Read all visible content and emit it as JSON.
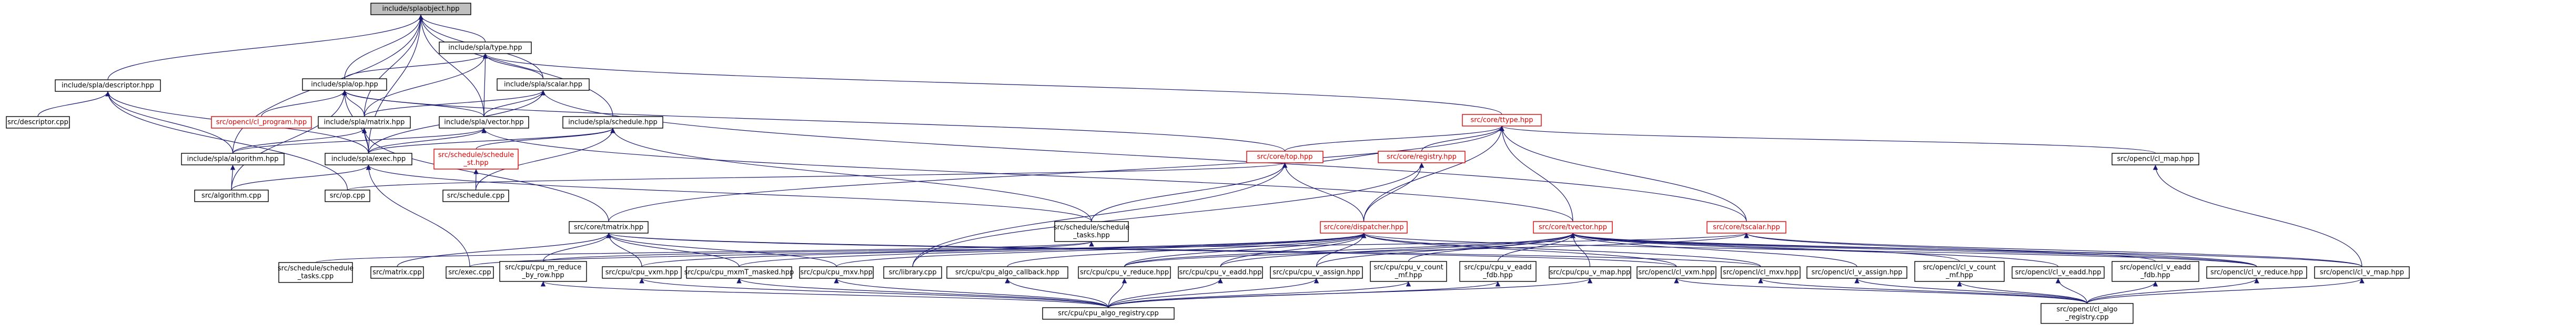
{
  "colors": {
    "edge": "#191970",
    "root_fill": "#bfbfbf",
    "missing_file": "#e00000"
  },
  "nodes": [
    {
      "id": "objects",
      "label": [
        "include/splaobject.hpp"
      ],
      "root": true
    },
    {
      "id": "type",
      "label": [
        "include/spla/type.hpp"
      ]
    },
    {
      "id": "descriptor_h",
      "label": [
        "include/spla/descriptor.hpp"
      ]
    },
    {
      "id": "op_h",
      "label": [
        "include/spla/op.hpp"
      ]
    },
    {
      "id": "scalar_h",
      "label": [
        "include/spla/scalar.hpp"
      ]
    },
    {
      "id": "descriptor_cpp",
      "label": [
        "src/descriptor.cpp"
      ]
    },
    {
      "id": "program_hpp",
      "label": [
        "src/opencl/cl_program.hpp"
      ],
      "red": true
    },
    {
      "id": "matrix_h",
      "label": [
        "include/spla/matrix.hpp"
      ]
    },
    {
      "id": "vector_h",
      "label": [
        "include/spla/vector.hpp"
      ]
    },
    {
      "id": "schedule_h",
      "label": [
        "include/spla/schedule.hpp"
      ]
    },
    {
      "id": "core_type",
      "label": [
        "src/core/ttype.hpp"
      ],
      "red": true
    },
    {
      "id": "algorithm_h",
      "label": [
        "include/spla/algorithm.hpp"
      ]
    },
    {
      "id": "exec_h",
      "label": [
        "include/spla/exec.hpp"
      ]
    },
    {
      "id": "sched_st",
      "label": [
        "src/schedule/schedule",
        "_st.hpp"
      ],
      "red": true
    },
    {
      "id": "core_top",
      "label": [
        "src/core/top.hpp"
      ],
      "red": true
    },
    {
      "id": "core_registry",
      "label": [
        "src/core/registry.hpp"
      ],
      "red": true
    },
    {
      "id": "cl_map",
      "label": [
        "src/opencl/cl_map.hpp"
      ]
    },
    {
      "id": "algorithm_cpp",
      "label": [
        "src/algorithm.cpp"
      ]
    },
    {
      "id": "op_cpp",
      "label": [
        "src/op.cpp"
      ]
    },
    {
      "id": "schedule_cpp",
      "label": [
        "src/schedule.cpp"
      ]
    },
    {
      "id": "core_matrix",
      "label": [
        "src/core/tmatrix.hpp"
      ]
    },
    {
      "id": "sched_tasks_hpp",
      "label": [
        "src/schedule/schedule",
        "_tasks.hpp"
      ]
    },
    {
      "id": "dispatcher",
      "label": [
        "src/core/dispatcher.hpp"
      ],
      "red": true
    },
    {
      "id": "core_vector",
      "label": [
        "src/core/tvector.hpp"
      ],
      "red": true
    },
    {
      "id": "core_scalar",
      "label": [
        "src/core/tscalar.hpp"
      ],
      "red": true
    },
    {
      "id": "sched_tasks_cpp",
      "label": [
        "src/schedule/schedule",
        "_tasks.cpp"
      ]
    },
    {
      "id": "matrix_cpp",
      "label": [
        "src/matrix.cpp"
      ]
    },
    {
      "id": "exec_cpp",
      "label": [
        "src/exec.cpp"
      ]
    },
    {
      "id": "cpu_m_reduce",
      "label": [
        "src/cpu/cpu_m_reduce",
        "_by_row.hpp"
      ]
    },
    {
      "id": "cpu_vxm",
      "label": [
        "src/cpu/cpu_vxm.hpp"
      ]
    },
    {
      "id": "cpu_mxmT",
      "label": [
        "src/cpu/cpu_mxmT_masked.hpp"
      ]
    },
    {
      "id": "cpu_mxv",
      "label": [
        "src/cpu/cpu_mxv.hpp"
      ]
    },
    {
      "id": "library_cpp",
      "label": [
        "src/library.cpp"
      ]
    },
    {
      "id": "cpu_algo_cb",
      "label": [
        "src/cpu/cpu_algo_callback.hpp"
      ]
    },
    {
      "id": "cpu_v_reduce",
      "label": [
        "src/cpu/cpu_v_reduce.hpp"
      ]
    },
    {
      "id": "cpu_v_eadd",
      "label": [
        "src/cpu/cpu_v_eadd.hpp"
      ]
    },
    {
      "id": "cpu_v_assign",
      "label": [
        "src/cpu/cpu_v_assign.hpp"
      ]
    },
    {
      "id": "cpu_v_count",
      "label": [
        "src/cpu/cpu_v_count",
        "_mf.hpp"
      ]
    },
    {
      "id": "cpu_v_eadd_fdb",
      "label": [
        "src/cpu/cpu_v_eadd",
        "_fdb.hpp"
      ]
    },
    {
      "id": "cpu_v_map",
      "label": [
        "src/cpu/cpu_v_map.hpp"
      ]
    },
    {
      "id": "cl_vxm",
      "label": [
        "src/opencl/cl_vxm.hpp"
      ]
    },
    {
      "id": "cl_mxv",
      "label": [
        "src/opencl/cl_mxv.hpp"
      ]
    },
    {
      "id": "cl_v_assign",
      "label": [
        "src/opencl/cl_v_assign.hpp"
      ]
    },
    {
      "id": "cl_v_count",
      "label": [
        "src/opencl/cl_v_count",
        "_mf.hpp"
      ]
    },
    {
      "id": "cl_v_eadd",
      "label": [
        "src/opencl/cl_v_eadd.hpp"
      ]
    },
    {
      "id": "cl_v_eadd_fdb",
      "label": [
        "src/opencl/cl_v_eadd",
        "_fdb.hpp"
      ]
    },
    {
      "id": "cl_v_reduce",
      "label": [
        "src/opencl/cl_v_reduce.hpp"
      ]
    },
    {
      "id": "cl_v_map",
      "label": [
        "src/opencl/cl_v_map.hpp"
      ]
    },
    {
      "id": "cpu_algo_registry",
      "label": [
        "src/cpu/cpu_algo_registry.cpp"
      ]
    },
    {
      "id": "cl_algo_registry",
      "label": [
        "src/opencl/cl_algo",
        "_registry.cpp"
      ]
    }
  ],
  "edges": [
    [
      "type",
      "objects"
    ],
    [
      "descriptor_h",
      "objects"
    ],
    [
      "op_h",
      "objects"
    ],
    [
      "scalar_h",
      "objects"
    ],
    [
      "matrix_h",
      "objects"
    ],
    [
      "vector_h",
      "objects"
    ],
    [
      "schedule_h",
      "objects"
    ],
    [
      "exec_h",
      "objects"
    ],
    [
      "algorithm_h",
      "objects"
    ],
    [
      "op_h",
      "type"
    ],
    [
      "scalar_h",
      "type"
    ],
    [
      "matrix_h",
      "type"
    ],
    [
      "vector_h",
      "type"
    ],
    [
      "core_type",
      "type"
    ],
    [
      "descriptor_cpp",
      "descriptor_h"
    ],
    [
      "algorithm_h",
      "descriptor_h"
    ],
    [
      "exec_h",
      "descriptor_h"
    ],
    [
      "op_cpp",
      "descriptor_h"
    ],
    [
      "program_hpp",
      "op_h"
    ],
    [
      "matrix_h",
      "op_h"
    ],
    [
      "vector_h",
      "op_h"
    ],
    [
      "exec_h",
      "op_h"
    ],
    [
      "algorithm_cpp",
      "op_h"
    ],
    [
      "core_top",
      "op_h"
    ],
    [
      "matrix_h",
      "scalar_h"
    ],
    [
      "vector_h",
      "scalar_h"
    ],
    [
      "core_scalar",
      "scalar_h"
    ],
    [
      "exec_h",
      "scalar_h"
    ],
    [
      "algorithm_h",
      "matrix_h"
    ],
    [
      "exec_h",
      "matrix_h"
    ],
    [
      "core_matrix",
      "matrix_h"
    ],
    [
      "algorithm_h",
      "vector_h"
    ],
    [
      "exec_h",
      "vector_h"
    ],
    [
      "core_vector",
      "vector_h"
    ],
    [
      "sched_st",
      "schedule_h"
    ],
    [
      "schedule_cpp",
      "schedule_h"
    ],
    [
      "exec_h",
      "schedule_h"
    ],
    [
      "sched_tasks_hpp",
      "schedule_h"
    ],
    [
      "core_top",
      "core_type"
    ],
    [
      "core_registry",
      "core_type"
    ],
    [
      "cl_map",
      "core_type"
    ],
    [
      "core_matrix",
      "core_type"
    ],
    [
      "core_vector",
      "core_type"
    ],
    [
      "core_scalar",
      "core_type"
    ],
    [
      "dispatcher",
      "core_type"
    ],
    [
      "algorithm_cpp",
      "algorithm_h"
    ],
    [
      "algorithm_cpp",
      "exec_h"
    ],
    [
      "exec_cpp",
      "exec_h"
    ],
    [
      "sched_tasks_hpp",
      "exec_h"
    ],
    [
      "schedule_cpp",
      "sched_st"
    ],
    [
      "core_registry",
      "core_top"
    ],
    [
      "dispatcher",
      "core_top"
    ],
    [
      "sched_tasks_hpp",
      "core_top"
    ],
    [
      "op_cpp",
      "core_top"
    ],
    [
      "library_cpp",
      "core_top"
    ],
    [
      "dispatcher",
      "core_registry"
    ],
    [
      "library_cpp",
      "core_registry"
    ],
    [
      "cl_v_map",
      "cl_map"
    ],
    [
      "matrix_cpp",
      "core_matrix"
    ],
    [
      "cpu_m_reduce",
      "core_matrix"
    ],
    [
      "cpu_vxm",
      "core_matrix"
    ],
    [
      "cpu_mxmT",
      "core_matrix"
    ],
    [
      "cpu_mxv",
      "core_matrix"
    ],
    [
      "cl_vxm",
      "core_matrix"
    ],
    [
      "cl_mxv",
      "core_matrix"
    ],
    [
      "sched_tasks_cpp",
      "sched_tasks_hpp"
    ],
    [
      "exec_cpp",
      "sched_tasks_hpp"
    ],
    [
      "cpu_v_reduce",
      "core_vector"
    ],
    [
      "cpu_v_eadd",
      "core_vector"
    ],
    [
      "cpu_v_assign",
      "core_vector"
    ],
    [
      "cpu_v_count",
      "core_vector"
    ],
    [
      "cpu_v_eadd_fdb",
      "core_vector"
    ],
    [
      "cpu_v_map",
      "core_vector"
    ],
    [
      "cl_v_assign",
      "core_vector"
    ],
    [
      "cl_v_count",
      "core_vector"
    ],
    [
      "cl_v_eadd",
      "core_vector"
    ],
    [
      "cl_v_eadd_fdb",
      "core_vector"
    ],
    [
      "cl_v_reduce",
      "core_vector"
    ],
    [
      "cl_v_map",
      "core_vector"
    ],
    [
      "cpu_v_reduce",
      "core_scalar"
    ],
    [
      "cl_v_reduce",
      "core_scalar"
    ],
    [
      "cpu_m_reduce",
      "core_scalar"
    ],
    [
      "cl_v_map",
      "core_scalar"
    ],
    [
      "cpu_algo_cb",
      "dispatcher"
    ],
    [
      "cpu_vxm",
      "dispatcher"
    ],
    [
      "cpu_mxmT",
      "dispatcher"
    ],
    [
      "cpu_mxv",
      "dispatcher"
    ],
    [
      "cpu_v_reduce",
      "dispatcher"
    ],
    [
      "cpu_v_eadd",
      "dispatcher"
    ],
    [
      "cpu_v_assign",
      "dispatcher"
    ],
    [
      "cl_vxm",
      "dispatcher"
    ],
    [
      "cl_mxv",
      "dispatcher"
    ],
    [
      "cl_v_reduce",
      "dispatcher"
    ],
    [
      "cpu_algo_registry",
      "cpu_m_reduce"
    ],
    [
      "cpu_algo_registry",
      "cpu_vxm"
    ],
    [
      "cpu_algo_registry",
      "cpu_mxmT"
    ],
    [
      "cpu_algo_registry",
      "cpu_mxv"
    ],
    [
      "cpu_algo_registry",
      "cpu_algo_cb"
    ],
    [
      "cpu_algo_registry",
      "cpu_v_reduce"
    ],
    [
      "cpu_algo_registry",
      "cpu_v_eadd"
    ],
    [
      "cpu_algo_registry",
      "cpu_v_assign"
    ],
    [
      "cpu_algo_registry",
      "cpu_v_count"
    ],
    [
      "cpu_algo_registry",
      "cpu_v_eadd_fdb"
    ],
    [
      "cpu_algo_registry",
      "cpu_v_map"
    ],
    [
      "cl_algo_registry",
      "cl_vxm"
    ],
    [
      "cl_algo_registry",
      "cl_mxv"
    ],
    [
      "cl_algo_registry",
      "cl_v_assign"
    ],
    [
      "cl_algo_registry",
      "cl_v_count"
    ],
    [
      "cl_algo_registry",
      "cl_v_eadd"
    ],
    [
      "cl_algo_registry",
      "cl_v_eadd_fdb"
    ],
    [
      "cl_algo_registry",
      "cl_v_reduce"
    ],
    [
      "cl_algo_registry",
      "cl_v_map"
    ]
  ]
}
